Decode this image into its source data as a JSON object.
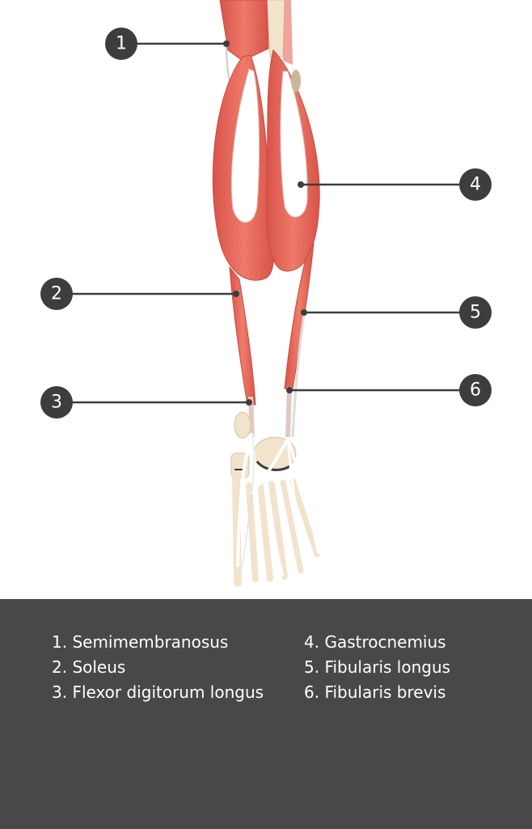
{
  "diagram": {
    "callouts": [
      {
        "number": "1"
      },
      {
        "number": "2"
      },
      {
        "number": "3"
      },
      {
        "number": "4"
      },
      {
        "number": "5"
      },
      {
        "number": "6"
      }
    ]
  },
  "legend": {
    "items": [
      {
        "text": "1. Semimembranosus"
      },
      {
        "text": "2. Soleus"
      },
      {
        "text": "3. Flexor digitorum longus"
      },
      {
        "text": "4. Gastrocnemius"
      },
      {
        "text": "5. Fibularis longus"
      },
      {
        "text": "6. Fibularis brevis"
      }
    ]
  },
  "colors": {
    "muscle": "#e8685a",
    "muscle_dark": "#c94a3e",
    "bone": "#f2e3cc",
    "tendon": "#ffffff",
    "callout": "#3d3d3d",
    "panel": "#484848"
  }
}
